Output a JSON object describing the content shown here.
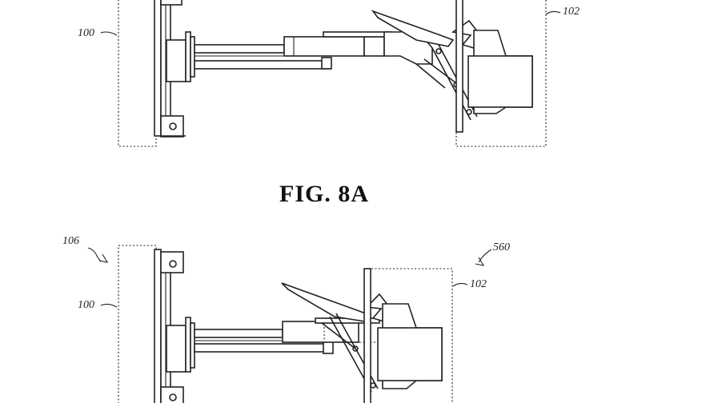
{
  "caption": "FIG. 8A",
  "refs": {
    "top_100": "100",
    "top_102": "102",
    "bottom_106": "106",
    "bottom_100": "100",
    "bottom_560": "560",
    "bottom_102": "102"
  }
}
